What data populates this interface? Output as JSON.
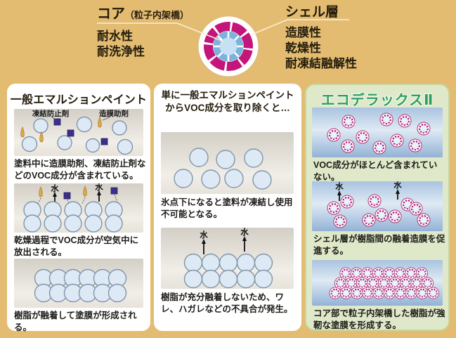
{
  "header": {
    "core_label": "コア",
    "core_sublabel": "（粒子内架橋）",
    "core_properties": [
      "耐水性",
      "耐洗浄性"
    ],
    "shell_label": "シェル層",
    "shell_properties": [
      "造膜性",
      "乾燥性",
      "耐凍結融解性"
    ]
  },
  "annotations": {
    "antifreeze": "凍結防止剤",
    "film_former": "造膜助剤",
    "water": "水"
  },
  "panels": [
    {
      "title": "一般エマルションペイント",
      "captions": [
        "塗料中に造膜助剤、凍結防止剤などのVOC成分が含まれている。",
        "乾燥過程でVOC成分が空気中に放出される。",
        "樹脂が融着して塗膜が形成される。"
      ]
    },
    {
      "title_line1": "単に一般エマルションペイント",
      "title_line2": "からVOC成分を取り除くと…",
      "captions": [
        "氷点下になると塗料が凍結し使用不可能となる。",
        "樹脂が充分融着しないため、ワレ、ハガレなどの不具合が発生。"
      ]
    },
    {
      "title": "エコデラックスⅡ",
      "captions": [
        "VOC成分がほとんど含まれていない。",
        "シェル層が樹脂間の融着造膜を促進する。",
        "コア部で粒子内架橋した樹脂が強靭な塗膜を形成する。"
      ]
    }
  ],
  "colors": {
    "background": "#e3bc72",
    "panel_white": "#ffffff",
    "eco_panel_green": "#dfe9ca",
    "eco_title_green": "#2f9e63",
    "shell_magenta": "#c4157a",
    "core_blue": "#7cb3dc",
    "resin_circle_fill": "#dde9f5",
    "voc_square_purple": "#3a2f8e",
    "droplet_orange": "#d9a94e"
  }
}
